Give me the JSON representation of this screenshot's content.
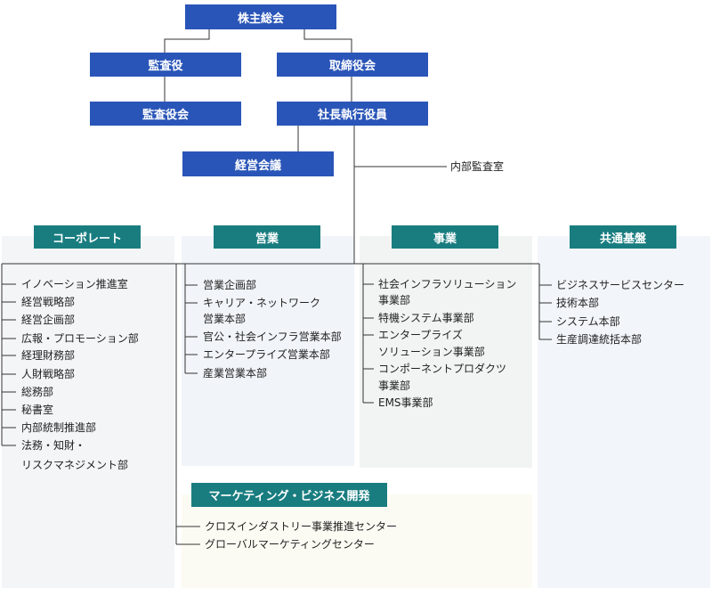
{
  "top": {
    "shareholders": "株主総会",
    "auditors": "監査役",
    "board": "取締役会",
    "audit_board": "監査役会",
    "president": "社長執行役員",
    "mgmt_meeting": "経営会議",
    "internal_audit": "内部監査室"
  },
  "columns": {
    "corporate": {
      "title": "コーポレート",
      "items": [
        "イノベーション推進室",
        "経営戦略部",
        "経営企画部",
        "広報・プロモーション部",
        "経理財務部",
        "人財戦略部",
        "総務部",
        "秘書室",
        "内部統制推進部",
        "法務・知財・",
        "リスクマネジメント部"
      ]
    },
    "sales": {
      "title": "営業",
      "items": [
        "営業企画部",
        "キャリア・ネットワーク",
        "営業本部",
        "官公・社会インフラ営業本部",
        "エンタープライズ営業本部",
        "産業営業本部"
      ]
    },
    "business": {
      "title": "事業",
      "items": [
        "社会インフラソリューション",
        "事業部",
        "特機システム事業部",
        "エンタープライズ",
        "ソリューション事業部",
        "コンポーネントプロダクツ",
        "事業部",
        "EMS事業部"
      ]
    },
    "common": {
      "title": "共通基盤",
      "items": [
        "ビジネスサービスセンター",
        "技術本部",
        "システム本部",
        "生産調達統括本部"
      ]
    },
    "marketing": {
      "title": "マーケティング・ビジネス開発",
      "items": [
        "クロスインダストリー事業推進センター",
        "グローバルマーケティングセンター"
      ]
    }
  },
  "colors": {
    "blue": "#2a55b8",
    "teal": "#197d80",
    "line": "#333333"
  }
}
